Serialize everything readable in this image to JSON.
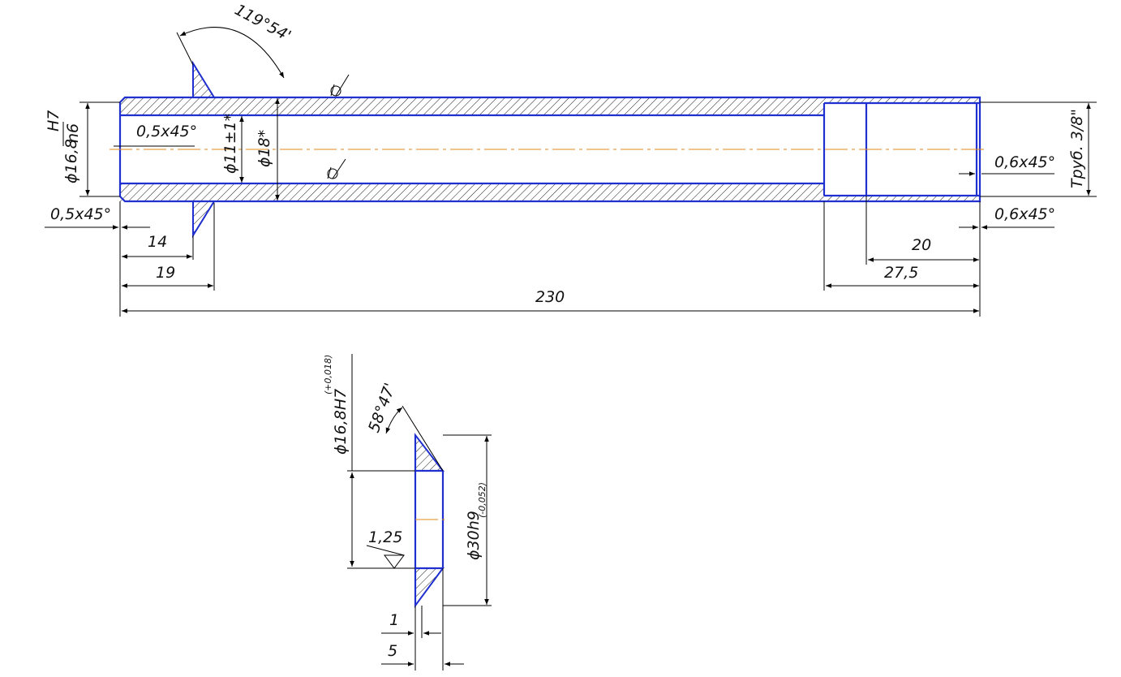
{
  "colors": {
    "outline": "#1f2fd0",
    "centerline": "#e08a1e",
    "dimension": "#000000",
    "hatch": "#000000"
  },
  "tube": {
    "left_diameter_tolerance_upper": "H7",
    "left_diameter_tolerance_lower": "n6",
    "left_diameter_prefix": "ϕ16,8",
    "inner_diameter": "ϕ11±1*",
    "outer_diameter": "ϕ18*",
    "chamfer_inner_left": "0,5x45°",
    "chamfer_outer_left": "0,5x45°",
    "angle": "119°54'",
    "len_14": "14",
    "len_19": "19",
    "len_20": "20",
    "len_27_5": "27,5",
    "len_230": "230",
    "thread": "Труб. 3/8\"",
    "chamfer_right_top": "0,6x45°",
    "chamfer_right_bottom": "0,6x45°"
  },
  "ring": {
    "bore": "ϕ16,8H7",
    "bore_tol": "(+0,018)",
    "outer": "ϕ30h9",
    "outer_tol": "(-0,052)",
    "angle": "58°47'",
    "roughness": "1,25",
    "len_1": "1",
    "len_5": "5"
  }
}
